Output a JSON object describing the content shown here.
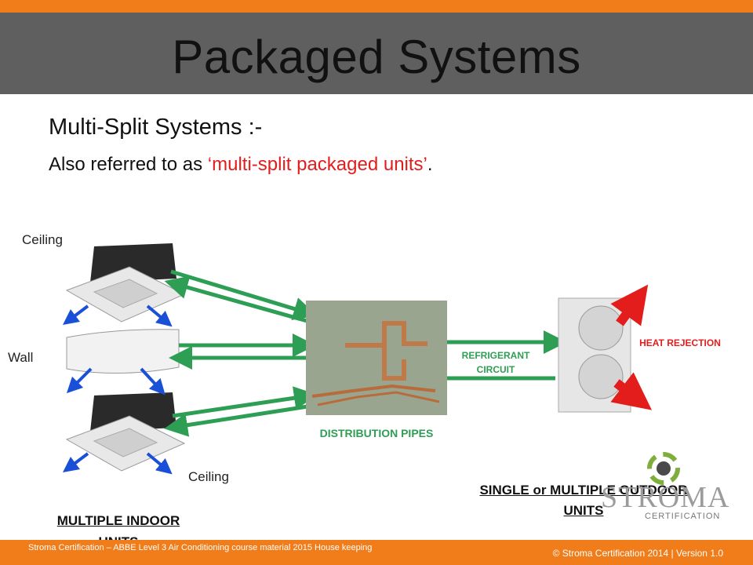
{
  "slide": {
    "title": "Packaged Systems",
    "heading": "Multi-Split Systems :-",
    "intro_prefix": "Also referred to as ",
    "intro_highlight": "‘multi-split packaged units’",
    "intro_suffix": "."
  },
  "diagram": {
    "label_ceiling_top": "Ceiling",
    "label_wall": "Wall",
    "label_ceiling_bottom": "Ceiling",
    "label_refrigerant": "REFRIGERANT CIRCUIT",
    "label_heat": "HEAT REJECTION",
    "label_distribution": "DISTRIBUTION PIPES",
    "label_indoor": "MULTIPLE INDOOR UNITS",
    "label_outdoor": "SINGLE or MULTIPLE OUTDOOR UNITS"
  },
  "colors": {
    "accent": "#f07c1a",
    "header": "#5f5f5f",
    "highlight": "#e31c1c",
    "pipe": "#2e9e55",
    "airflow": "#1a4fd8"
  },
  "logo": {
    "name": "STROMA",
    "sub": "CERTIFICATION"
  },
  "footer": {
    "left": "Stroma Certification – ABBE Level 3 Air Conditioning course material 2015 House keeping",
    "right": "© Stroma Certification 2014 | Version 1.0"
  }
}
